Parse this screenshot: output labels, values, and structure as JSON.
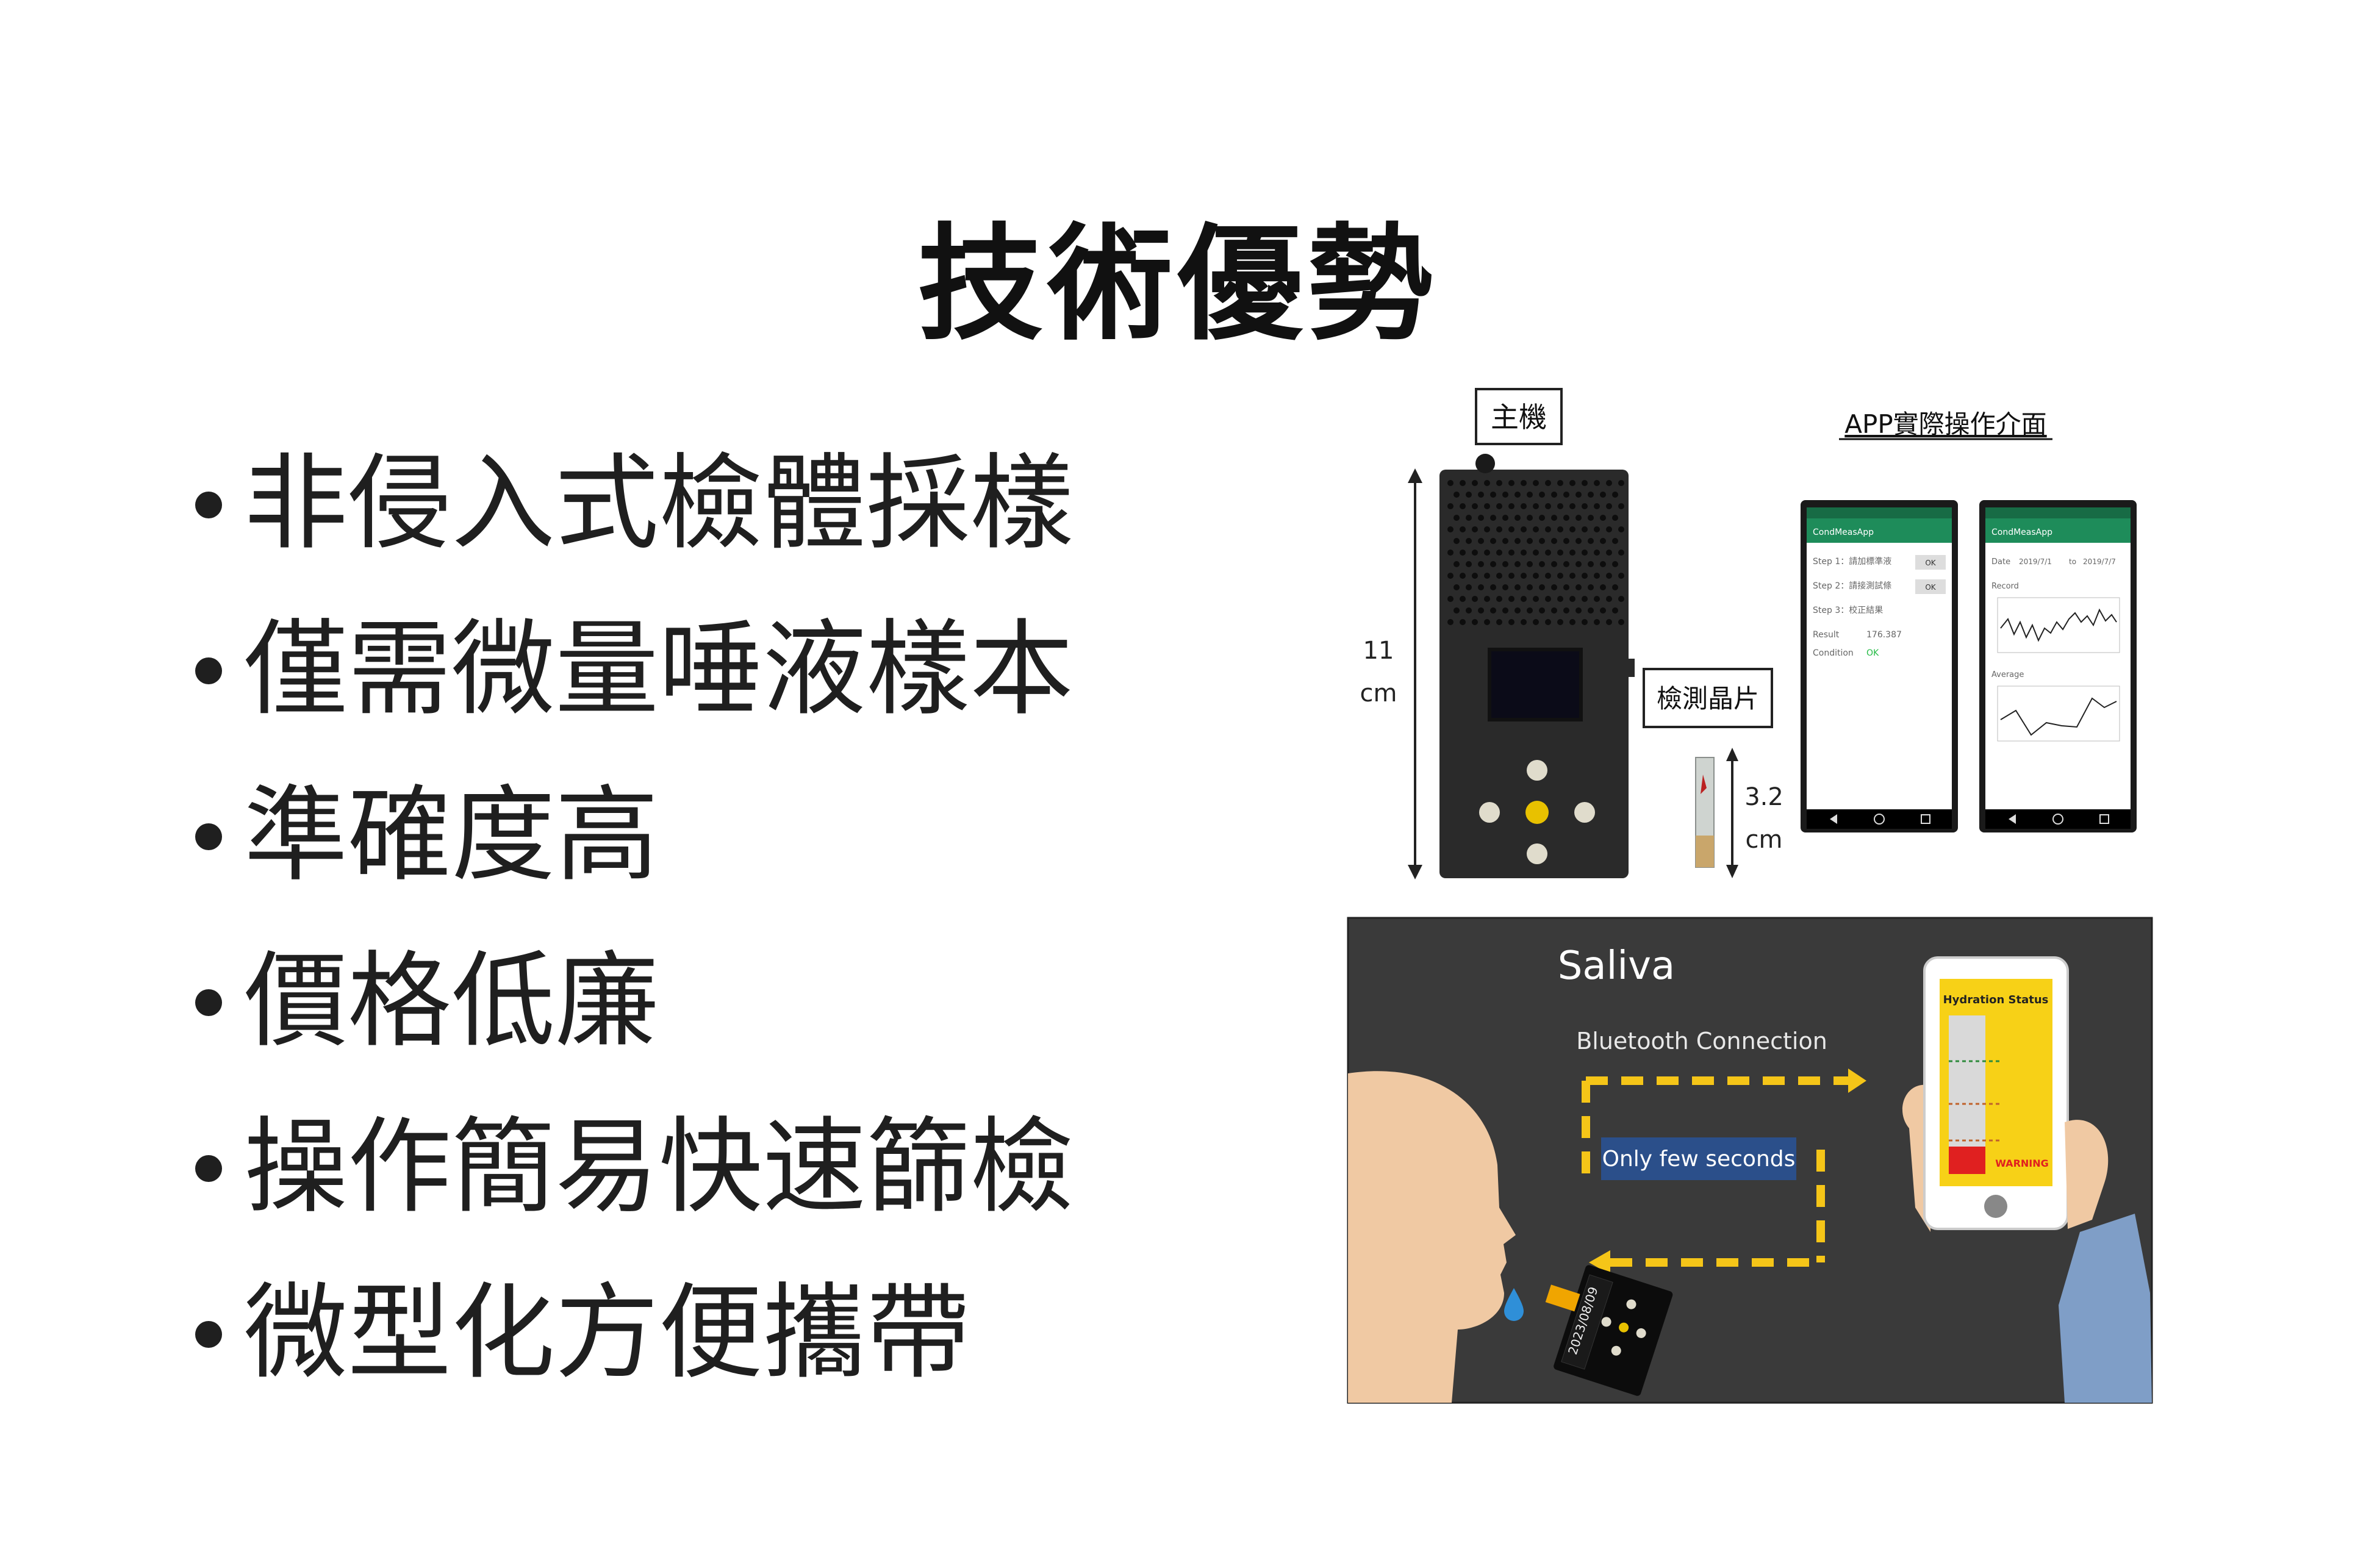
{
  "slide": {
    "title": "技術優勢",
    "bullets": [
      "非侵入式檢體採樣",
      "僅需微量唾液樣本",
      "準確度高",
      "價格低廉",
      "操作簡易快速篩檢",
      "微型化方便攜帶"
    ]
  },
  "device_figure": {
    "main_unit_label": "主機",
    "height_value": "11",
    "height_unit": "cm",
    "chip_label": "檢測晶片",
    "chip_length_value": "3.2",
    "chip_length_unit": "cm",
    "app_label": "APP實際操作介面",
    "phone1": {
      "app_name": "CondMeasApp",
      "step1": "Step 1：請加標準液",
      "step2": "Step 2：請接測試條",
      "step3": "Step 3：校正結果",
      "ok_button": "OK",
      "result_label": "Result",
      "result_value": "176.387",
      "condition_label": "Condition",
      "condition_value": "OK"
    },
    "phone2": {
      "app_name": "CondMeasApp",
      "date_label": "Date",
      "date_from": "2019/7/1",
      "to_label": "to",
      "date_to": "2019/7/7",
      "record_label": "Record",
      "average_label": "Average"
    }
  },
  "saliva_figure": {
    "title": "Saliva",
    "bluetooth_label": "Bluetooth Connection",
    "seconds_label": "Only few seconds",
    "hydration_status": "Hydration Status",
    "warning_label": "WARNING",
    "device_date": "2023/08/09"
  },
  "colors": {
    "saliva_bg": "#3a3a3a",
    "dash_yellow": "#f5c518",
    "phone_yellow": "#f7d117",
    "warning_red": "#e02020",
    "app_green": "#1e8c5a"
  }
}
